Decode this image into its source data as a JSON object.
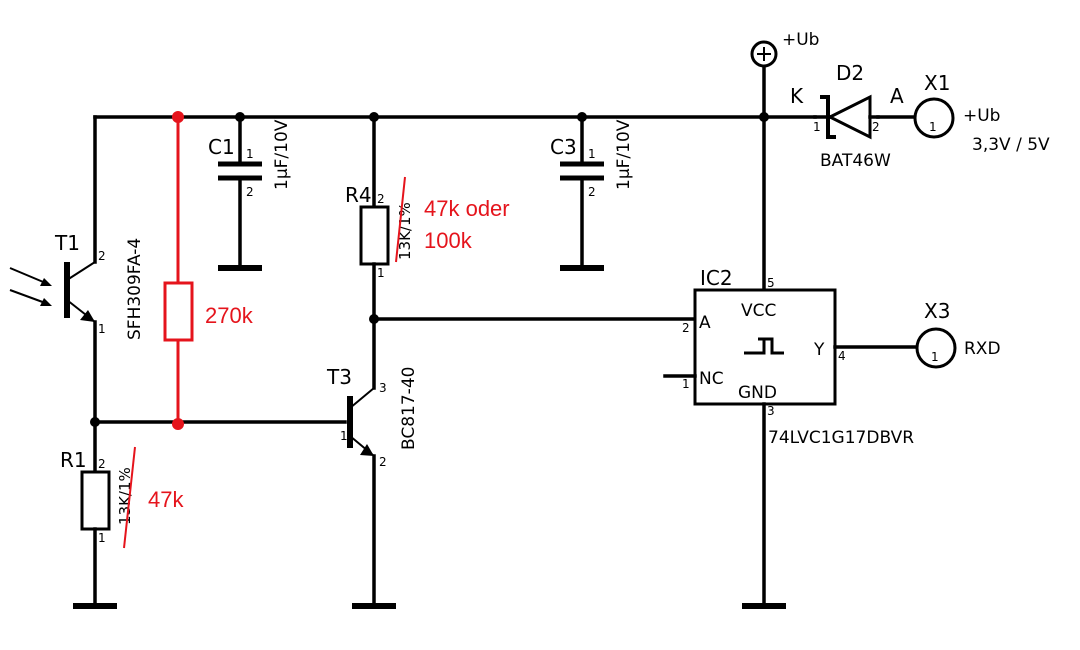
{
  "components": {
    "T1": {
      "ref": "T1",
      "value": "SFH309FA-4",
      "pins": [
        "2",
        "1"
      ]
    },
    "R1": {
      "ref": "R1",
      "old_value": "13K/1%",
      "new_value": "47k",
      "pins": [
        "2",
        "1"
      ]
    },
    "R_added": {
      "value": "270k"
    },
    "C1": {
      "ref": "C1",
      "value": "1µF/10V",
      "pins": [
        "1",
        "2"
      ]
    },
    "R4": {
      "ref": "R4",
      "old_value": "13K/1%",
      "new_value_line1": "47k oder",
      "new_value_line2": "100k",
      "pins": [
        "2",
        "1"
      ]
    },
    "T3": {
      "ref": "T3",
      "value": "BC817-40",
      "pins": [
        "3",
        "1",
        "2"
      ]
    },
    "C3": {
      "ref": "C3",
      "value": "1µF/10V",
      "pins": [
        "1",
        "2"
      ]
    },
    "IC2": {
      "ref": "IC2",
      "value": "74LVC1G17DBVR",
      "pin_vcc": "VCC",
      "pin_gnd": "GND",
      "pin_a": "A",
      "pin_nc": "NC",
      "pin_y": "Y",
      "pins": {
        "vcc": "5",
        "a": "2",
        "nc": "1",
        "y": "4",
        "gnd": "3"
      }
    },
    "D2": {
      "ref": "D2",
      "value": "BAT46W",
      "cathode": "K",
      "anode": "A",
      "pins": [
        "1",
        "2"
      ]
    },
    "X1": {
      "ref": "X1",
      "label": "+Ub",
      "voltage": "3,3V / 5V",
      "pin": "1"
    },
    "X3": {
      "ref": "X3",
      "label": "RXD",
      "pin": "1"
    },
    "supply": {
      "label": "+Ub"
    }
  }
}
